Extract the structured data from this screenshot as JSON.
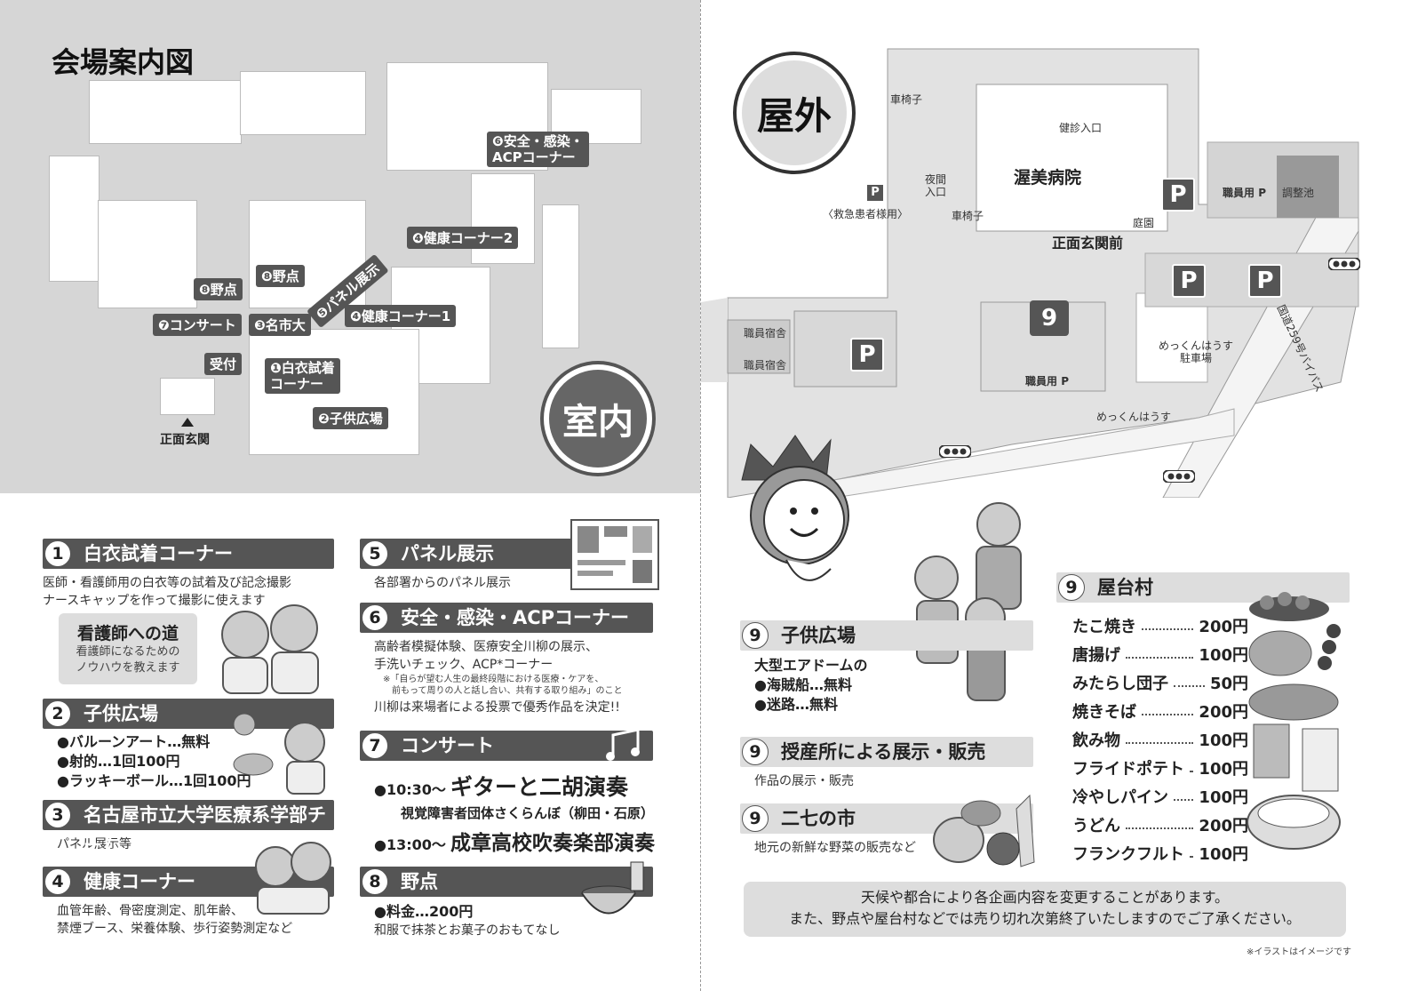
{
  "left": {
    "map_title": "会場案内図",
    "indoor_badge": "室内",
    "map_labels": {
      "l6": "❻安全・感染・\nACPコーナー",
      "l4b": "❹健康コーナー2",
      "l8a": "❽野点",
      "l8b": "❽野点",
      "l5": "❺パネル展示",
      "l7": "❼コンサート",
      "l3": "❸名市大",
      "l4a": "❹健康コーナー1",
      "reception": "受付",
      "l1": "❶白衣試着\nコーナー",
      "l2": "❷子供広場",
      "entrance": "正面玄関"
    },
    "sections": [
      {
        "num": "1",
        "title": "白衣試着コーナー",
        "text": "医師・看護師用の白衣等の試着及び記念撮影\nナースキャップを作って撮影に使えます"
      },
      {
        "num": "2",
        "title": "子供広場",
        "items": [
          "●バルーンアート…無料",
          "●射的…1回100円",
          "●ラッキーボール…1回100円"
        ]
      },
      {
        "num": "3",
        "title": "名古屋市立大学医療系学部チーム",
        "text": "パネル展示等"
      },
      {
        "num": "4",
        "title": "健康コーナー",
        "text": "血管年齢、骨密度測定、肌年齢、\n禁煙ブース、栄養体験、歩行姿勢測定など"
      },
      {
        "num": "5",
        "title": "パネル展示",
        "text": "各部署からのパネル展示"
      },
      {
        "num": "6",
        "title": "安全・感染・ACPコーナー",
        "text": "高齢者模擬体験、医療安全川柳の展示、\n手洗いチェック、ACP*コーナー",
        "note": "※「自らが望む人生の最終段階における医療・ケアを、\n　前もって周りの人と話し合い、共有する取り組み」のこと",
        "text2": "川柳は来場者による投票で優秀作品を決定!!"
      },
      {
        "num": "7",
        "title": "コンサート",
        "times": [
          {
            "time": "●10:30～",
            "act": "ギターと二胡演奏",
            "sub": "視覚障害者団体さくらんぼ（柳田・石原）"
          },
          {
            "time": "●13:00～",
            "act": "成章高校吹奏楽部演奏"
          }
        ]
      },
      {
        "num": "8",
        "title": "野点",
        "price": "●料金…200円",
        "text": "和服で抹茶とお菓子のおもてなし"
      }
    ],
    "nurse_box": {
      "title": "看護師への道",
      "text": "看護師になるための\nノウハウを教えます"
    }
  },
  "right": {
    "outdoor_badge": "屋外",
    "map_labels": {
      "hospital": "渥美病院",
      "checkup": "健診入口",
      "wheelchair1": "車椅子",
      "wheelchair2": "車椅子",
      "night": "夜間\n入口",
      "emergency": "〈救急患者様用〉",
      "staff_p1": "職員用",
      "adjust": "調整池",
      "garden": "庭園",
      "front": "正面玄関前",
      "dorm1": "職員宿舎",
      "dorm2": "職員宿舎",
      "staff_p2": "職員用",
      "mekkun_p": "めっくんはうす\n駐車場",
      "mekkun": "めっくんはうす",
      "route": "国道259号バイパス",
      "p_letter": "P",
      "area9": "9"
    },
    "sections": [
      {
        "num": "9",
        "title": "子供広場",
        "lead": "大型エアドームの",
        "items": [
          "●海賊船…無料",
          "●迷路…無料"
        ]
      },
      {
        "num": "9",
        "title": "授産所による展示・販売",
        "text": "作品の展示・販売"
      },
      {
        "num": "9",
        "title": "二七の市",
        "text": "地元の新鮮な野菜の販売など"
      }
    ],
    "stalls": {
      "num": "9",
      "title": "屋台村",
      "menu": [
        {
          "name": "たこ焼き",
          "price": "200円"
        },
        {
          "name": "唐揚げ",
          "price": "100円"
        },
        {
          "name": "みたらし団子",
          "price": "50円"
        },
        {
          "name": "焼きそば",
          "price": "200円"
        },
        {
          "name": "飲み物",
          "price": "100円"
        },
        {
          "name": "フライドポテト",
          "price": "100円"
        },
        {
          "name": "冷やしパイン",
          "price": "100円"
        },
        {
          "name": "うどん",
          "price": "200円"
        },
        {
          "name": "フランクフルト",
          "price": "100円"
        }
      ]
    },
    "notice": "天候や都合により各企画内容を変更することがあります。\nまた、野点や屋台村などでは売り切れ次第終了いたしますのでご了承ください。",
    "illus_note": "※イラストはイメージです"
  }
}
